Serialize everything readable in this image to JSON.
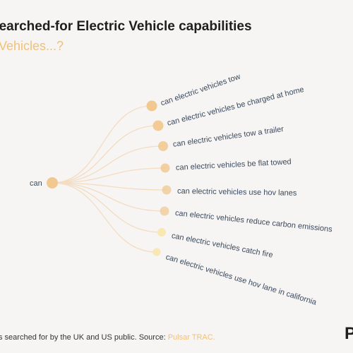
{
  "header": {
    "title": "searched-for Electric Vehicle capabilities",
    "subtitle": "Vehicles...?"
  },
  "tree": {
    "root": "can",
    "colors": {
      "link": "#f3dcc0",
      "node_strong": "#f1c890",
      "node_light": "#f9e6b0"
    },
    "children": [
      "can electric vehicles tow",
      "can electric vehicles be charged at home",
      "can electric vehicles tow a trailer",
      "can electric vehicles be flat towed",
      "can electric vehicles use hov lanes",
      "can electric vehicles reduce carbon emissions",
      "can electric vehicles catch fire",
      "can electric vehicles use hov lane in california"
    ]
  },
  "footer": {
    "text": "s searched for by the UK and US public. Source: ",
    "source": "Pulsar TRAC."
  },
  "logo": "P"
}
